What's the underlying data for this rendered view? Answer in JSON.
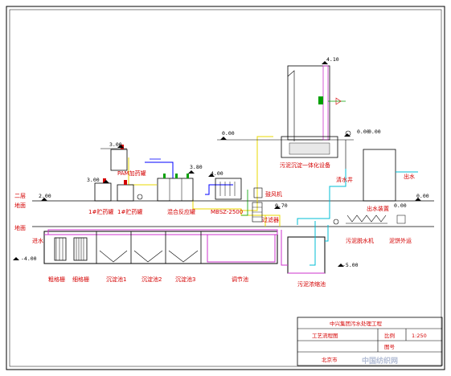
{
  "levels": {
    "top": "4.10",
    "l_tank_top": "3.00",
    "l_tank2": "3.00",
    "l_tank3": "3.80",
    "l_mbsz": "4.00",
    "l_right_a": "0.00",
    "l_right_b": "0.00",
    "l_right_c": "0.00",
    "l_ground_left": "2.00",
    "l_ground_mid": "0.70",
    "l_ground_right": "0.00",
    "l_ground_far": "0.00",
    "l_bottom_left": "-4.00",
    "l_bottom_right": "-5.00"
  },
  "labels": {
    "floor2": "二层",
    "floor2b": "地面",
    "ground": "地面",
    "inflow": "进水",
    "coarse_screen": "粗格栅",
    "fine_screen": "细格栅",
    "settle1": "沉淀池1",
    "settle2": "沉淀池2",
    "settle3": "沉淀池3",
    "regulating": "调节池",
    "sludge_thicken": "污泥浓缩池",
    "dosing_tank_top": "PAM加药罐",
    "dosing_tank_a": "1#贮药罐",
    "dosing_tank_b": "1#贮药罐",
    "mix_reactor": "混合反应罐",
    "mbsz": "MBSZ-2500",
    "fan": "鼓风机",
    "filter": "过滤器",
    "integrated": "污泥沉淀一体化设备",
    "clear_pump": "清水井",
    "out_device": "出水装置",
    "outlet": "出水",
    "sludge_dewater": "污泥脱水机",
    "sludge_out": "泥饼外运"
  },
  "title_block": {
    "project": "中兴集团污水处理工程",
    "drawing": "工艺流程图",
    "scale_label": "比例",
    "scale_value": "1:250",
    "sheet_label": "图号",
    "org": "北京市"
  },
  "watermark": "中国纺织网",
  "colors": {
    "background": "#ffffff",
    "pipe_sewage": "#0000ff",
    "pipe_sludge": "#cc33cc",
    "pipe_water": "#00bcd4",
    "pipe_dosing": "#e8d800",
    "pipe_air": "#00a000",
    "equipment": "#000000",
    "text": "#d40000"
  }
}
